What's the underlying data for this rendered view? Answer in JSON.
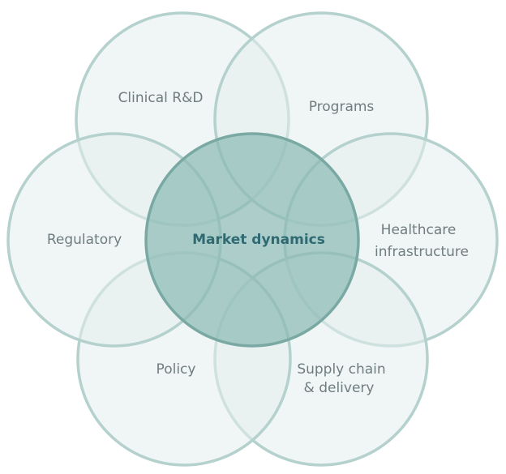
{
  "diagram": {
    "center": {
      "label": "Market dynamics"
    },
    "segments": [
      {
        "label": "Clinical R&D"
      },
      {
        "label": "Programs"
      },
      {
        "label_line1": "Healthcare",
        "label_line2": "infrastructure"
      },
      {
        "label_line1": "Supply chain",
        "label_line2": "& delivery"
      },
      {
        "label": "Policy"
      },
      {
        "label": "Regulatory"
      }
    ]
  },
  "colors": {
    "outer_fill": "#e4eeec",
    "outer_stroke": "#b4d1cd",
    "center_fill": "#8cbab5",
    "center_stroke": "#7aa9a4",
    "outer_text": "#6f7c80",
    "center_text": "#2f6a73"
  }
}
